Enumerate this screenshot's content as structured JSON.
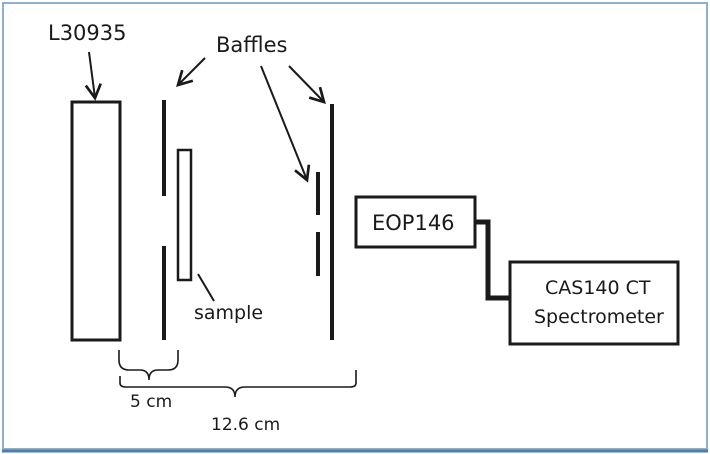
{
  "labels": {
    "lamp": "L30935",
    "baffles": "Baffles",
    "sample": "sample",
    "dim_5cm": "5 cm",
    "dim_126cm": "12.6 cm",
    "eop": "EOP146",
    "spectrometer_line1": "CAS140 CT",
    "spectrometer_line2": "Spectrometer"
  },
  "colors": {
    "frame_border": "#8fb0cc",
    "frame_bottom": "#4f7fa8",
    "ink": "#1a1a1a"
  }
}
